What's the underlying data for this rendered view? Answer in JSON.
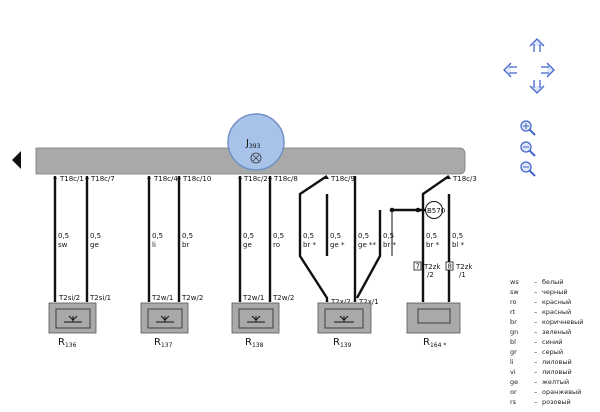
{
  "diagram": {
    "unit": {
      "label": "J",
      "sub": "393"
    },
    "pins": [
      {
        "text": "T18c/1"
      },
      {
        "text": "T18c/7"
      },
      {
        "text": "T18c/4"
      },
      {
        "text": "T18c/10"
      },
      {
        "text": "T18c/2"
      },
      {
        "text": "T18c/8"
      },
      {
        "text": "T18c/9"
      },
      {
        "text": "T18c/3"
      }
    ],
    "sizes": [
      "0,5",
      "0,5",
      "0,5",
      "0,5",
      "0,5",
      "0,5",
      "0,5",
      "0,5",
      "0,5",
      "0,5",
      "0,5",
      "0,5"
    ],
    "colors": [
      "sw",
      "ge",
      "li",
      "br",
      "ge",
      "ro",
      "br *",
      "ge *",
      "ge **",
      "br *",
      "br *",
      "bl *"
    ],
    "connectors": [
      "T2si/2",
      "T2si/1",
      "T2w/1",
      "T2w/2",
      "T2w/1",
      "T2w/2",
      "T2x/2",
      "T2x/1"
    ],
    "t2z": [
      {
        "num": "7",
        "label": "T2zk",
        "pin": "/2"
      },
      {
        "num": "8",
        "label": "T2zk",
        "pin": "/1"
      }
    ],
    "junction": "B570",
    "components": [
      {
        "label": "R",
        "sub": "136"
      },
      {
        "label": "R",
        "sub": "137"
      },
      {
        "label": "R",
        "sub": "138"
      },
      {
        "label": "R",
        "sub": "139"
      },
      {
        "label": "R",
        "sub": "164 *"
      }
    ]
  },
  "legend": [
    {
      "code": "ws",
      "desc": "белый"
    },
    {
      "code": "sw",
      "desc": "черный"
    },
    {
      "code": "ro",
      "desc": "красный"
    },
    {
      "code": "rt",
      "desc": "красный"
    },
    {
      "code": "br",
      "desc": "коричневый"
    },
    {
      "code": "gn",
      "desc": "зеленый"
    },
    {
      "code": "bl",
      "desc": "синий"
    },
    {
      "code": "gr",
      "desc": "серый"
    },
    {
      "code": "li",
      "desc": "лиловый"
    },
    {
      "code": "vi",
      "desc": "лиловый"
    },
    {
      "code": "ge",
      "desc": "желтый"
    },
    {
      "code": "or",
      "desc": "оранжевый"
    },
    {
      "code": "rs",
      "desc": "розовый"
    }
  ]
}
